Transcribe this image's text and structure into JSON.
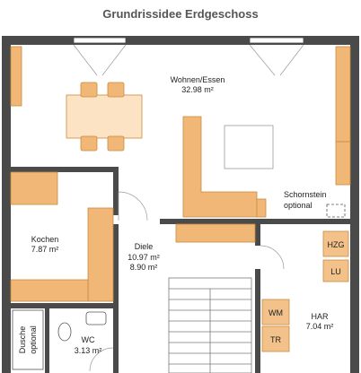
{
  "title": "Grundrissidee Erdgeschoss",
  "colors": {
    "wall": "#4a4a4a",
    "floor": "#ffffff",
    "furniture_orange": "#f0b777",
    "furniture_stroke": "#c98a3f",
    "table": "#fbe3c4",
    "appliance": "#f3c28a",
    "stair_line": "#7a7a7a",
    "text": "#222222"
  },
  "rooms": {
    "wohnen": {
      "name": "Wohnen/Essen",
      "area": "32.98 m²"
    },
    "kochen": {
      "name": "Kochen",
      "area": "7.87 m²"
    },
    "diele": {
      "name": "Diele",
      "area1": "10.97 m²",
      "area2": "8.90 m²"
    },
    "har": {
      "name": "HAR",
      "area": "7.04 m²"
    },
    "wc": {
      "name": "WC",
      "area": "3.13 m²"
    }
  },
  "labels": {
    "schornstein_1": "Schornstein",
    "schornstein_2": "optional",
    "dusche_1": "Dusche",
    "dusche_2": "optional",
    "hzg": "HZG",
    "lu": "LU",
    "wm": "WM",
    "tr": "TR"
  }
}
